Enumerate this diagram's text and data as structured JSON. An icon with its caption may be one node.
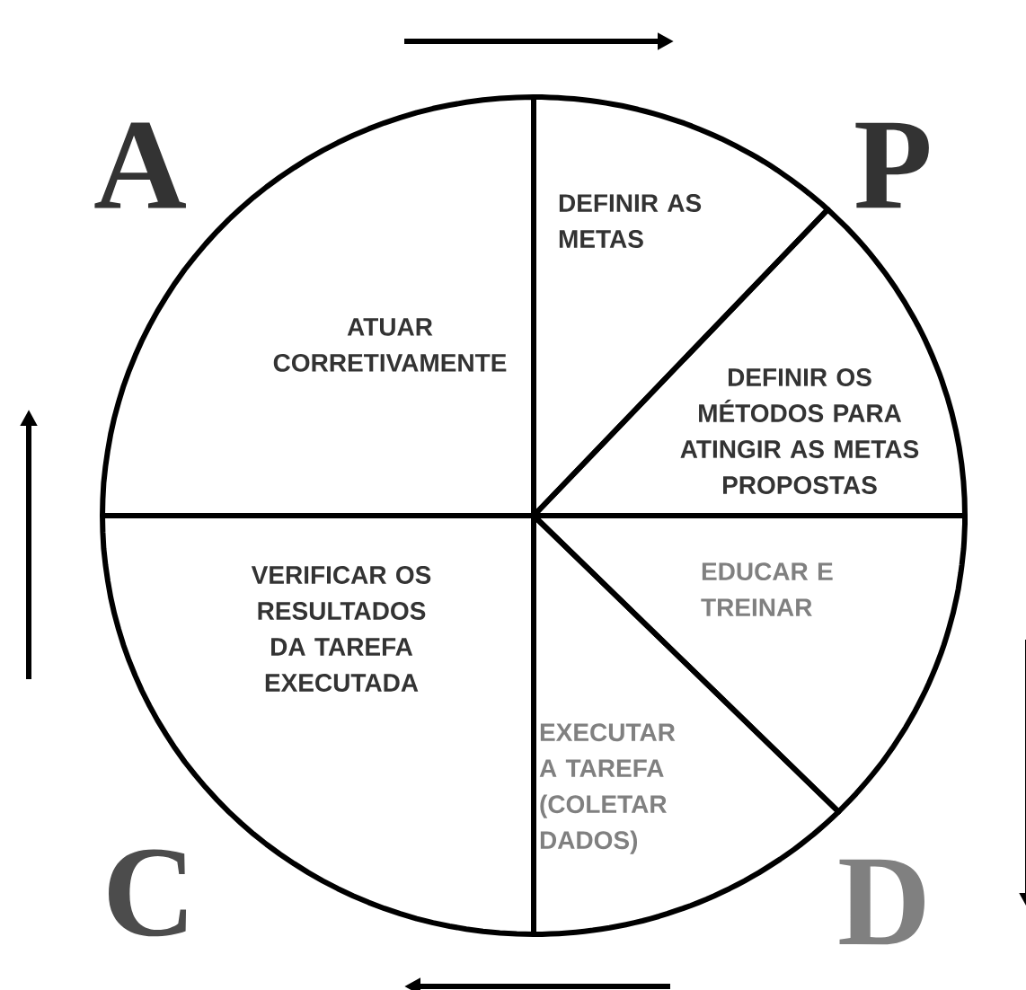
{
  "diagram": {
    "nodes": [
      {
        "text": [
          "ATUAR CORRETIVAMENTE"
        ]
      },
      {
        "text": [
          "DEFINIR AS METAS"
        ]
      },
      {
        "text": [
          "DEFINIR OS MÉTODOS PARA ATINGIR AS METAS PROPOSTAS"
        ]
      },
      {
        "text": [
          "EDUCAR E TREINAR"
        ]
      },
      {
        "text": [
          "EXECUTAR A TAREFA (COLETAR DADOS)"
        ]
      },
      {
        "text": [
          "VERIFICAR OS RESULTADOS DA TAREFA EXECUTADA"
        ]
      }
    ],
    "labels": [
      "A",
      "P",
      "C",
      "D"
    ]
  }
}
